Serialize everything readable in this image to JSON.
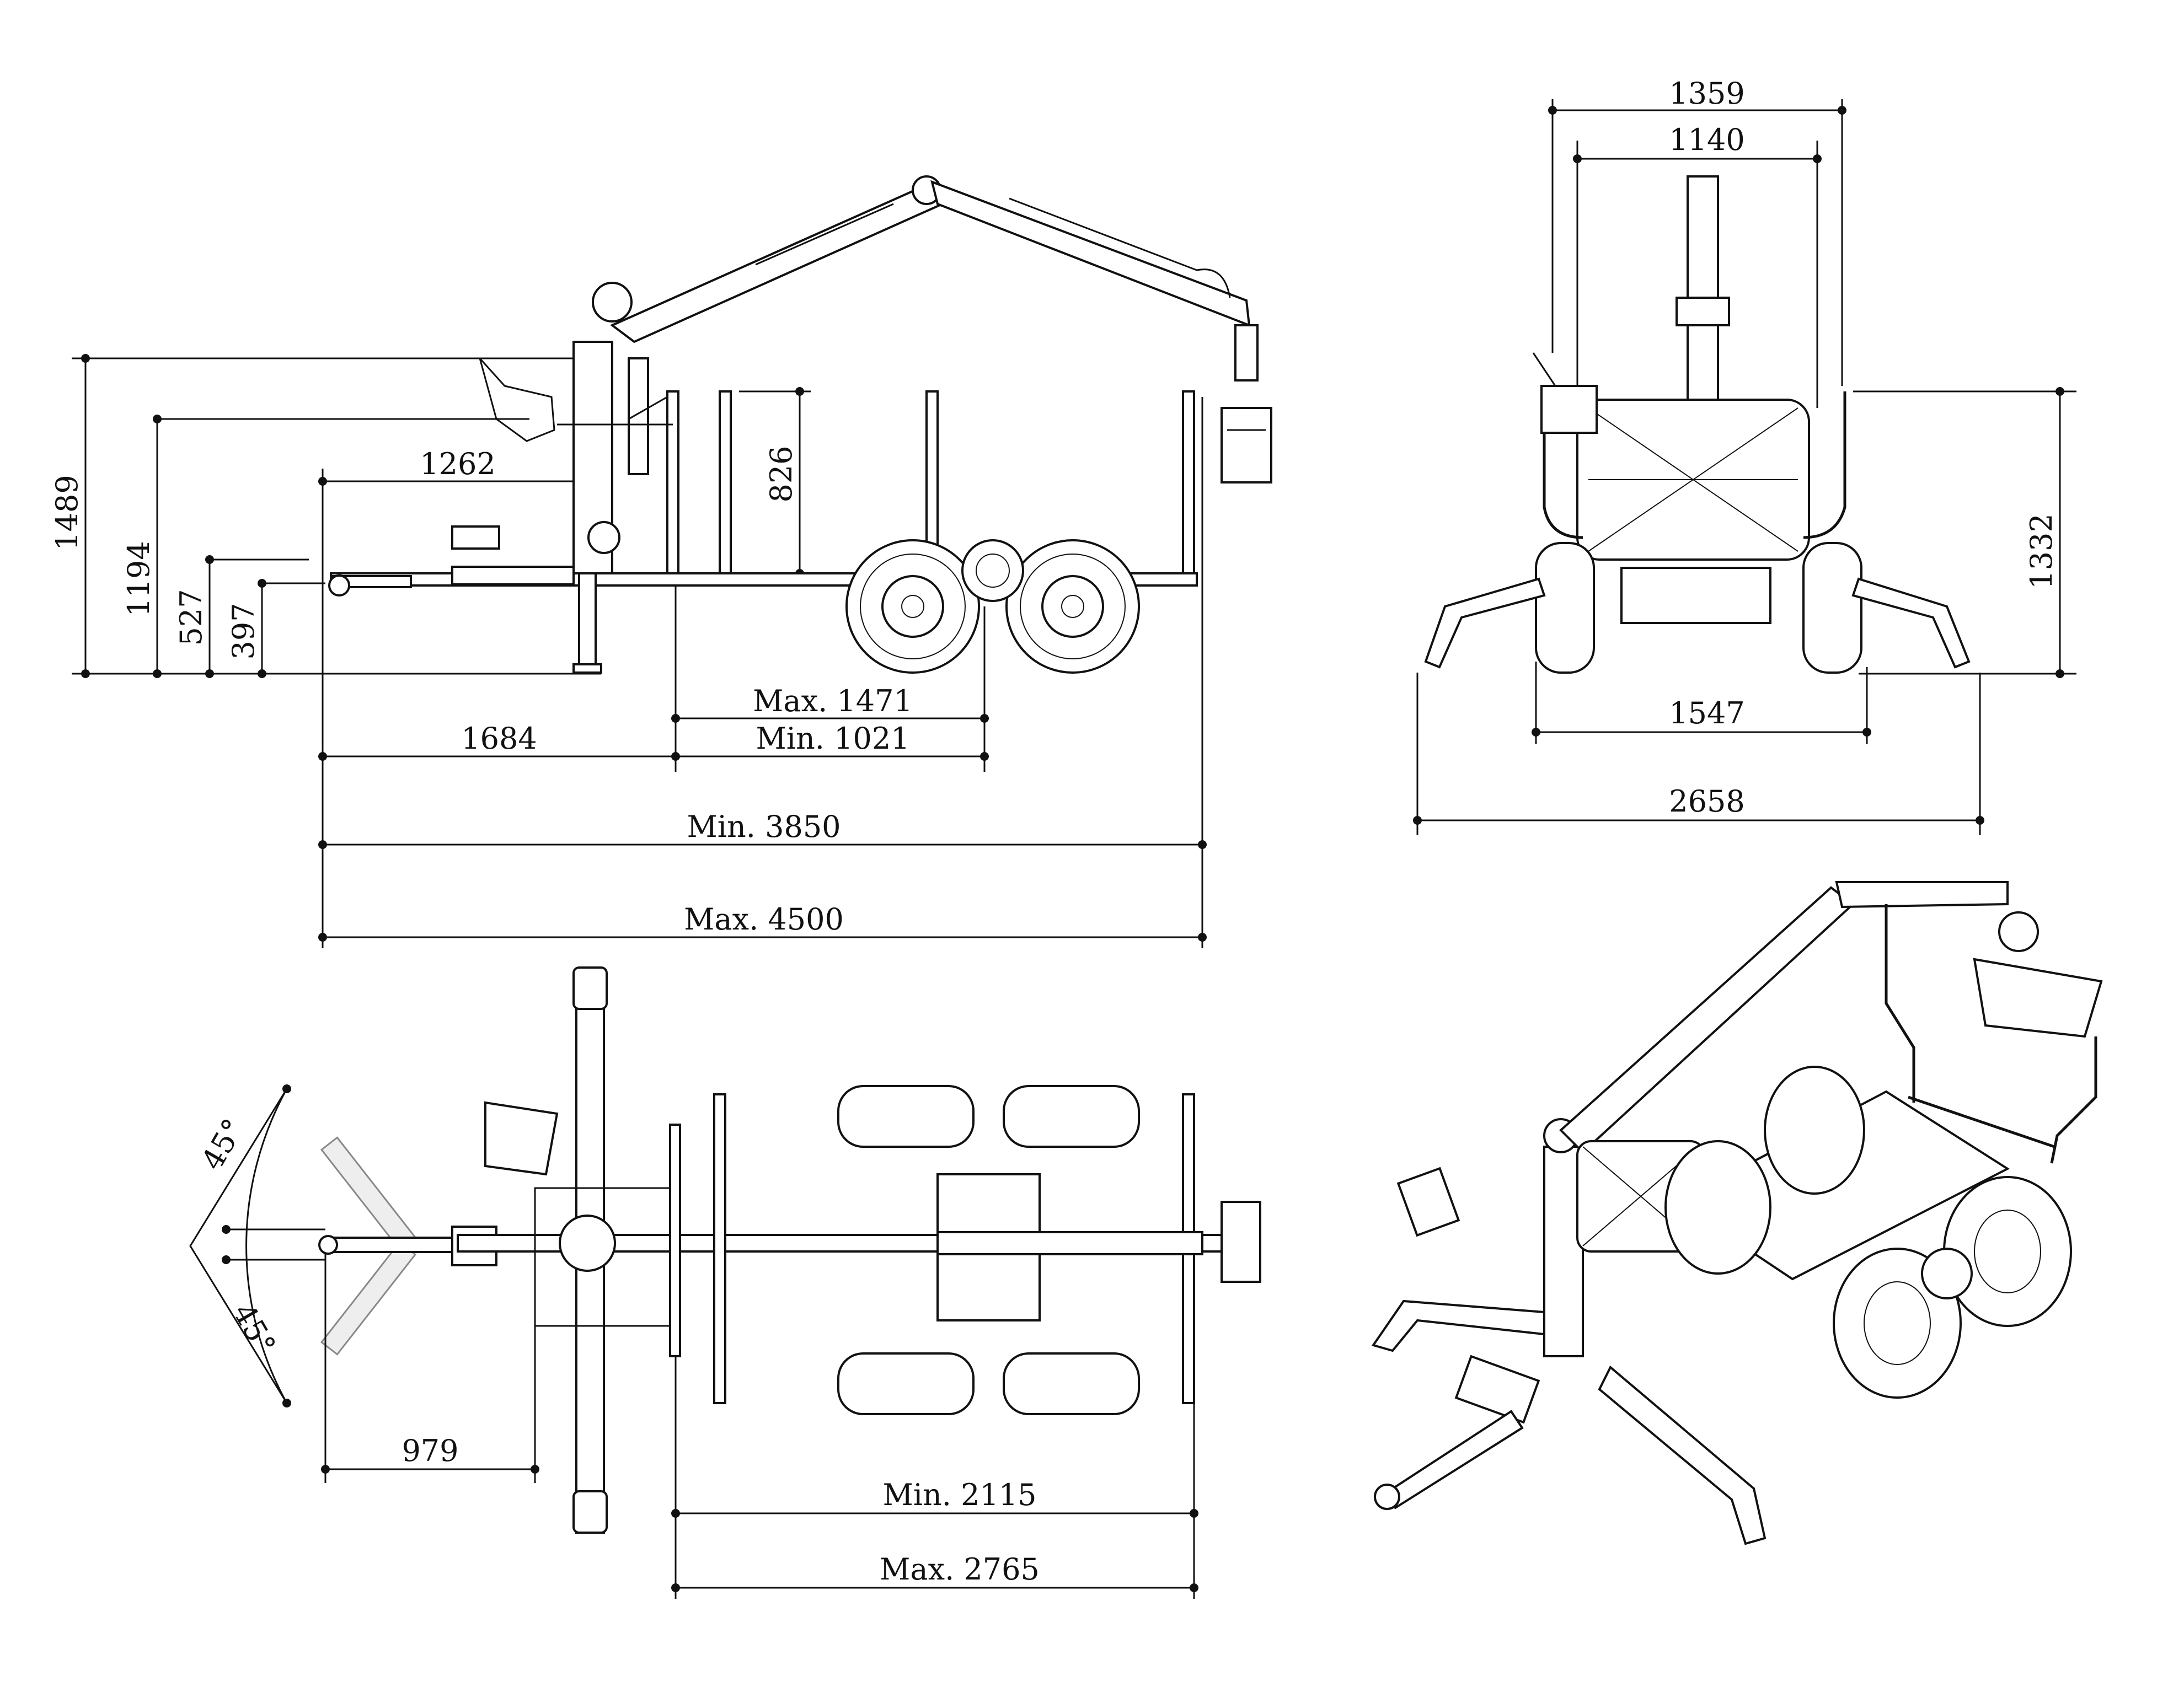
{
  "side_view": {
    "height_1489": "1489",
    "height_1194": "1194",
    "height_527": "527",
    "height_397": "397",
    "crane_reach_1262": "1262",
    "stake_height_826": "826",
    "bogie_max": "Max. 1471",
    "bogie_min": "Min. 1021",
    "drawbar_1684": "1684",
    "length_min": "Min. 3850",
    "length_max": "Max. 4500"
  },
  "rear_view": {
    "width_1359": "1359",
    "width_1140": "1140",
    "height_1332": "1332",
    "track_1547": "1547",
    "outrigger_2658": "2658"
  },
  "top_view": {
    "angle_upper": "45°",
    "angle_lower": "45°",
    "drawbar_979": "979",
    "bed_min": "Min. 2115",
    "bed_max": "Max. 2765"
  }
}
